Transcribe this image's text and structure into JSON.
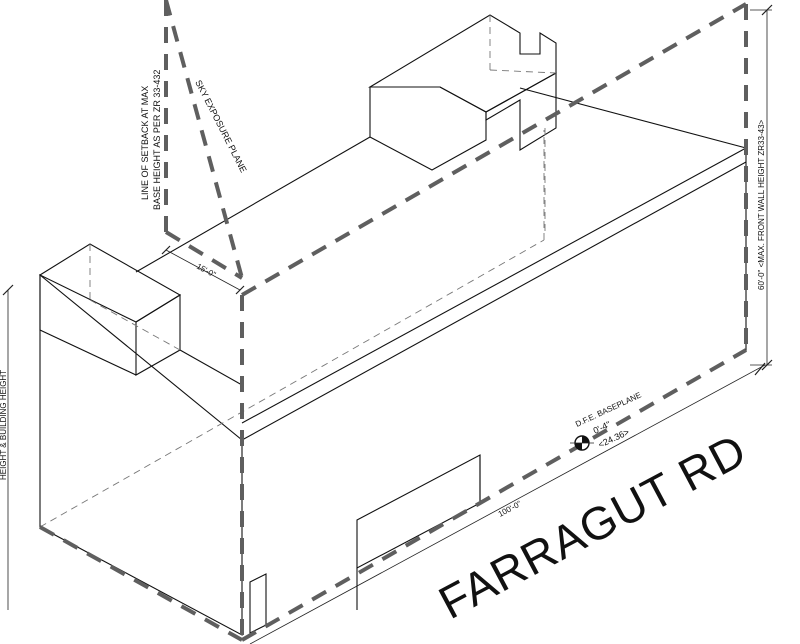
{
  "annotations": {
    "setback_line_1": "LINE OF SETBACK AT MAX",
    "setback_line_2": "BASE HEIGHT AS PER ZR 33-432",
    "sky_exposure": "SKY EXPOSURE PLANE",
    "setback_dim": "15'-0\"",
    "front_wall_height": "60'-0\" <MAX. FRONT WALL HEIGHT ZR33-43>",
    "building_height": "HEIGHT & BUILDING HEIGHT",
    "dfe_label": "D.F.E. BASEPLANE",
    "dfe_value": "0'-4\"",
    "dfe_elevation": "<24.36>",
    "frontage_dim": "100'-0\"",
    "street_name": "FARRAGUT RD"
  }
}
